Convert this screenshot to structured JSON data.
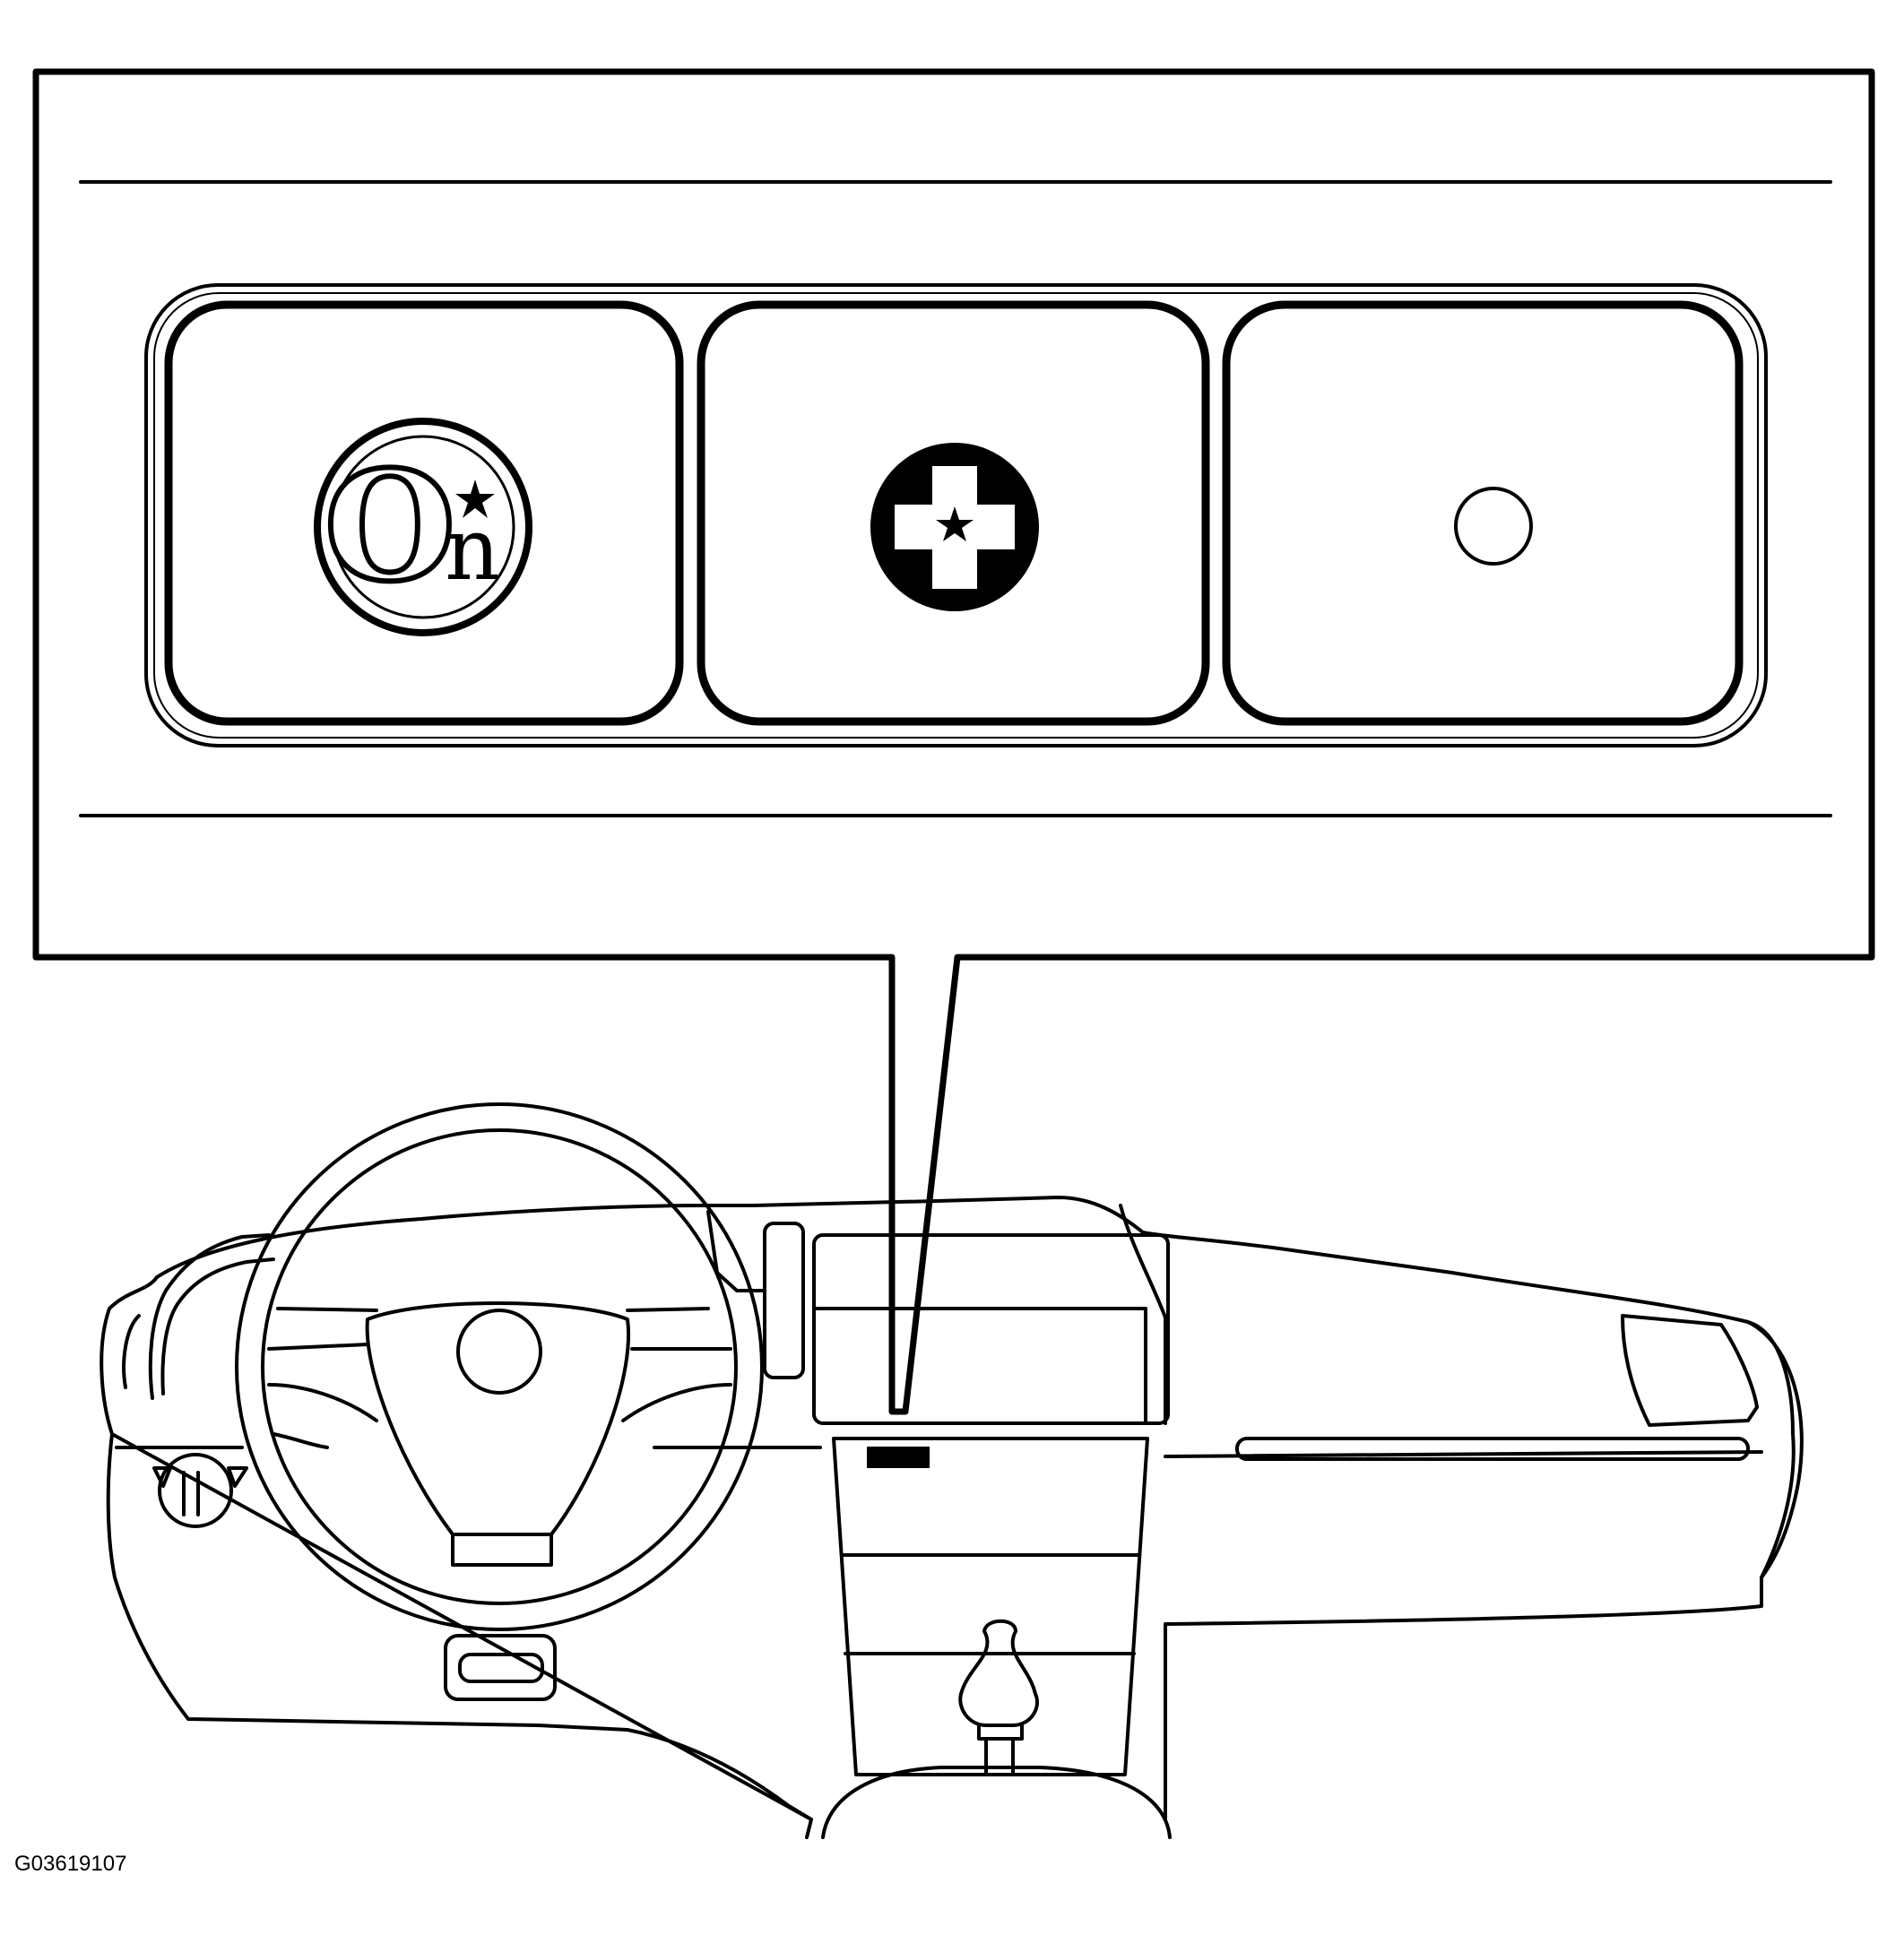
{
  "figure": {
    "id_label": "G03619107"
  },
  "callout": {
    "buttons": [
      {
        "name": "onstar-button",
        "icon": "onstar-logo-icon",
        "glyph_main": "O",
        "glyph_sub": "n"
      },
      {
        "name": "emergency-button",
        "icon": "emergency-cross-icon"
      },
      {
        "name": "call-end-button",
        "icon": "dot-icon"
      }
    ]
  },
  "colors": {
    "line": "#000000",
    "background": "#ffffff"
  }
}
